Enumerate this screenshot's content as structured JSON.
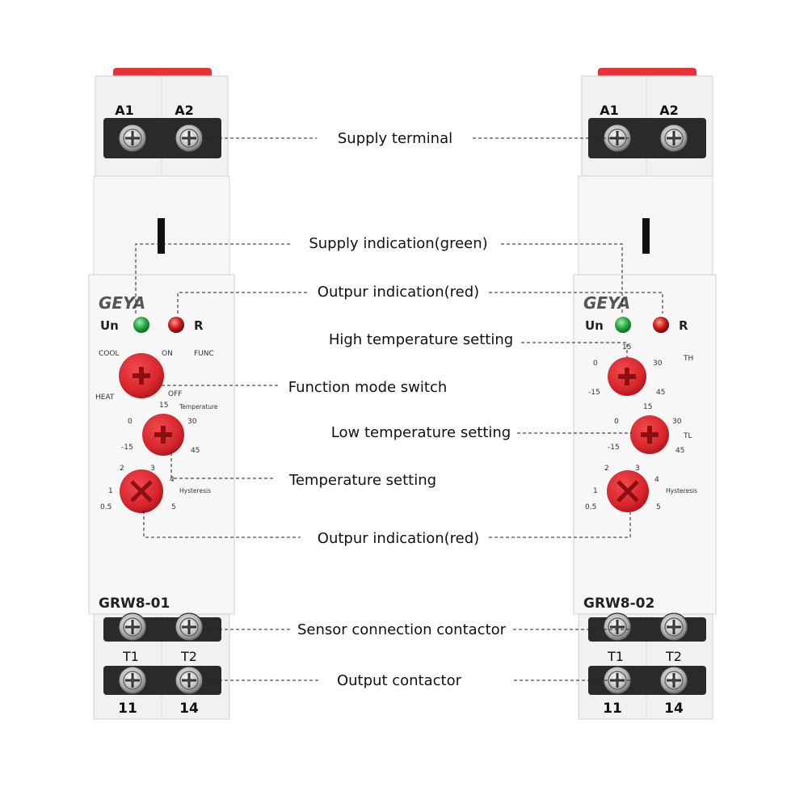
{
  "labels": {
    "supply_terminal": "Supply terminal",
    "supply_indication": "Supply indication(green)",
    "output_indication_top": "Outpur indication(red)",
    "high_temp_setting": "High temperature setting",
    "function_mode_switch": "Function mode switch",
    "low_temp_setting": "Low temperature setting",
    "temperature_setting": "Temperature setting",
    "output_indication_bottom": "Outpur indication(red)",
    "sensor_connection_contactor": "Sensor connection contactor",
    "output_contactor": "Output contactor"
  },
  "device_left": {
    "terminal_a1": "A1",
    "terminal_a2": "A2",
    "brand": "GEYA",
    "un_label": "Un",
    "r_label": "R",
    "cool_label": "COOL",
    "on_label": "ON",
    "func_label": "FUNC",
    "heat_label": "HEAT",
    "off_label": "OFF",
    "temperature_label": "Temperature",
    "temp_scale": [
      "15",
      "0",
      "30",
      "-15",
      "45"
    ],
    "hysteresis_label": "Hysteresis",
    "hyst_scale": [
      "2",
      "3",
      "1",
      "4",
      "0.5",
      "5"
    ],
    "model": "GRW8-01",
    "terminal_t1": "T1",
    "terminal_t2": "T2",
    "terminal_11": "11",
    "terminal_14": "14"
  },
  "device_right": {
    "terminal_a1": "A1",
    "terminal_a2": "A2",
    "brand": "GEYA",
    "un_label": "Un",
    "r_label": "R",
    "th_label": "TH",
    "th_scale": [
      "15",
      "0",
      "30",
      "-15",
      "45"
    ],
    "tl_label": "TL",
    "tl_scale": [
      "15",
      "0",
      "30",
      "-15",
      "45"
    ],
    "hysteresis_label": "Hysteresis",
    "hyst_scale": [
      "2",
      "3",
      "1",
      "4",
      "0.5",
      "5"
    ],
    "model": "GRW8-02",
    "terminal_t1": "T1",
    "terminal_t2": "T2",
    "terminal_11": "11",
    "terminal_14": "14"
  },
  "colors": {
    "knob_red": "#d7262c",
    "led_green": "#2ea84a",
    "led_red": "#c81e1e",
    "cap_red": "#e8323a",
    "housing": "#f3f3f3"
  }
}
